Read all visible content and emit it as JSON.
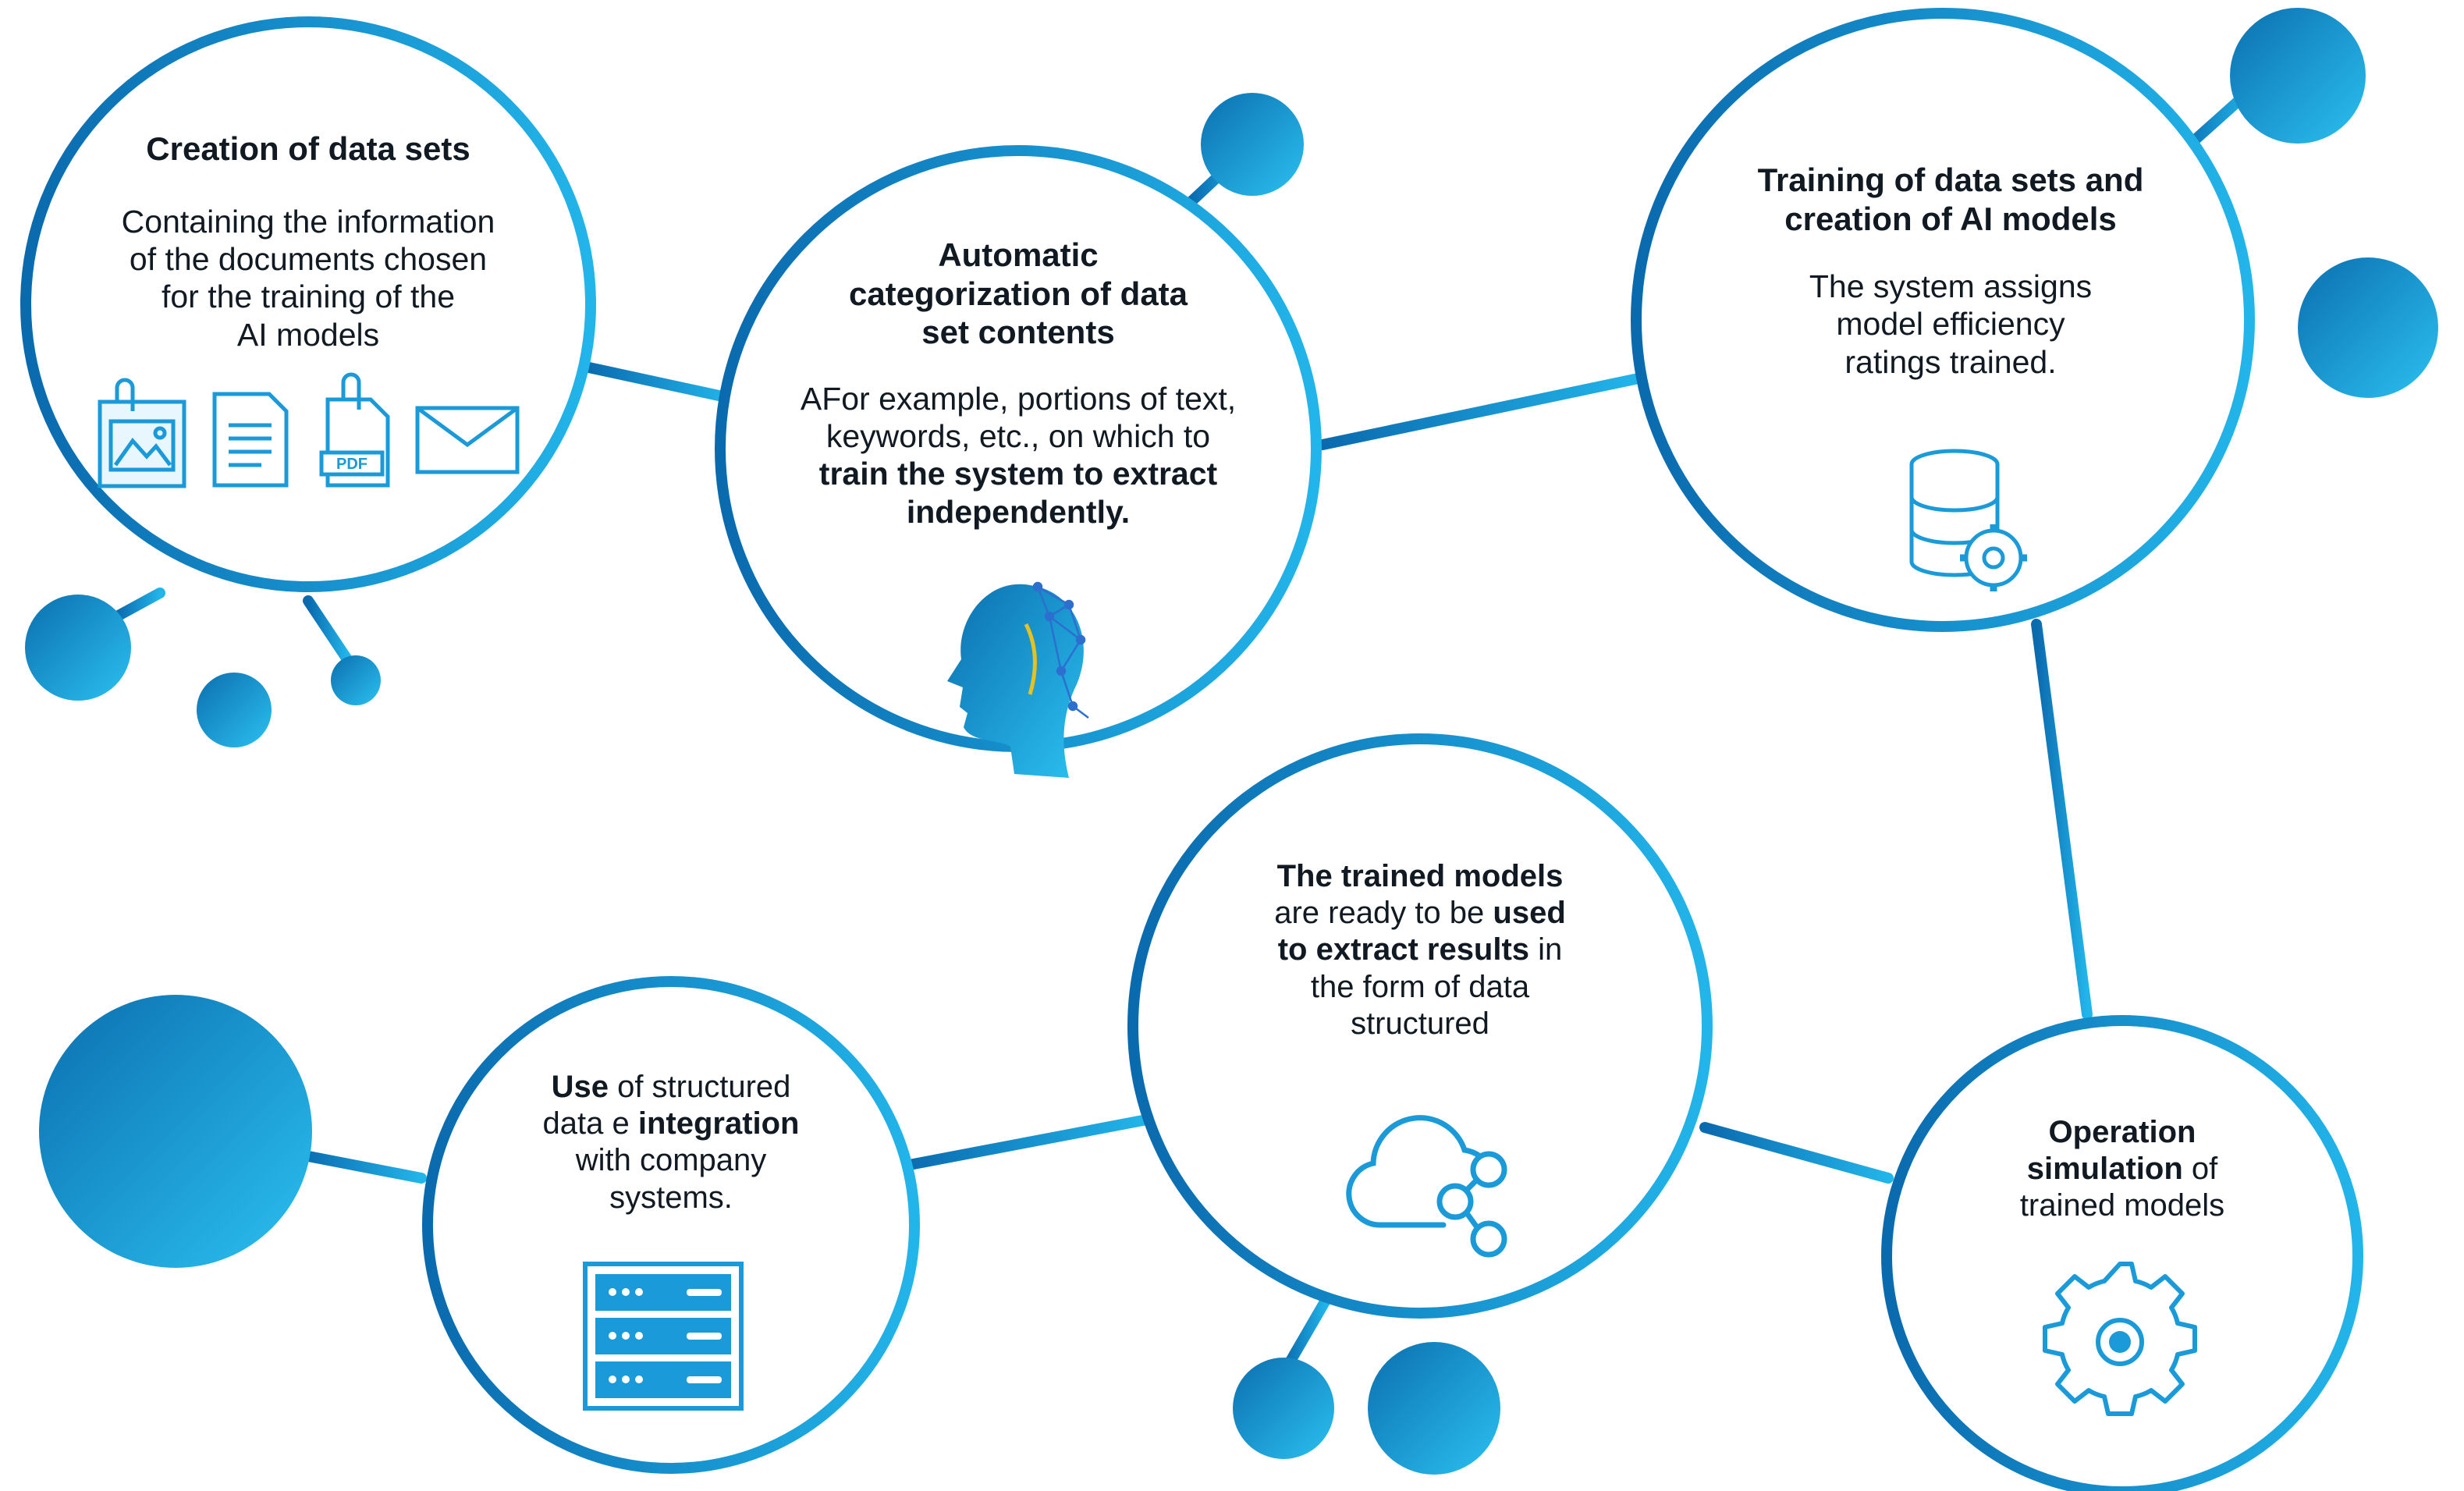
{
  "colors": {
    "accent": "#1aa3e0",
    "accent_dark": "#0b6fb0",
    "accent_light": "#2bc0f0",
    "text": "#111a22"
  },
  "nodes": {
    "creation": {
      "title": "Creation of data sets",
      "body_lines": [
        "Containing the information",
        "of the documents chosen",
        "for the training of the",
        "AI models"
      ],
      "icons": [
        "image-file-icon",
        "text-document-icon",
        "pdf-file-icon",
        "envelope-icon"
      ],
      "pdf_label": "PDF"
    },
    "categorization": {
      "title_lines": [
        "Automatic",
        "categorization of data",
        "set contents"
      ],
      "body_lines": [
        "AFor example, portions of text,",
        "keywords, etc., on which to"
      ],
      "bold_lines": [
        "train the system to extract",
        "independently."
      ],
      "icon": "ai-head-icon"
    },
    "training": {
      "title_lines": [
        "Training of data sets and",
        "creation of AI models"
      ],
      "body_lines": [
        "The system assigns",
        "model efficiency",
        "ratings trained."
      ],
      "icon": "database-gear-icon"
    },
    "trained_models": {
      "line1_bold": "The trained models",
      "line2_plain": "are ready to be ",
      "line2_bold": "used",
      "line3_bold": "to extract results",
      "line3_plain": " in",
      "line4": "the form of data",
      "line5": "structured",
      "icon": "cloud-share-icon"
    },
    "use": {
      "line1_bold": "Use",
      "line1_plain": " of structured",
      "line2_plain": "data e ",
      "line2_bold": "integration",
      "line3": "with company",
      "line4": "systems.",
      "icon": "server-rack-icon"
    },
    "simulation": {
      "line1_bold": "Operation",
      "line2_bold": "simulation",
      "line2_plain": " of",
      "line3": "trained models",
      "icon": "gear-icon"
    }
  }
}
